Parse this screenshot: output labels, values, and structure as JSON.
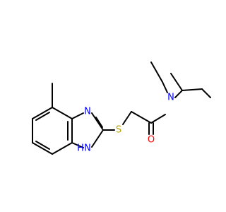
{
  "molecule": {
    "atoms": {
      "n_amide": {
        "symbol": "N",
        "color": "#0000ff"
      },
      "o_carbonyl": {
        "symbol": "O",
        "color": "#ff0000"
      },
      "s_thioether": {
        "symbol": "S",
        "color": "#b8a000"
      },
      "n_imidazole": {
        "symbol": "N",
        "color": "#0000ff"
      },
      "nh_imidazole": {
        "symbol": "N",
        "color": "#0000ff"
      },
      "nh_hydrogen": {
        "symbol": "H",
        "color": "#0000ff"
      }
    },
    "bond_color": "#000000"
  }
}
